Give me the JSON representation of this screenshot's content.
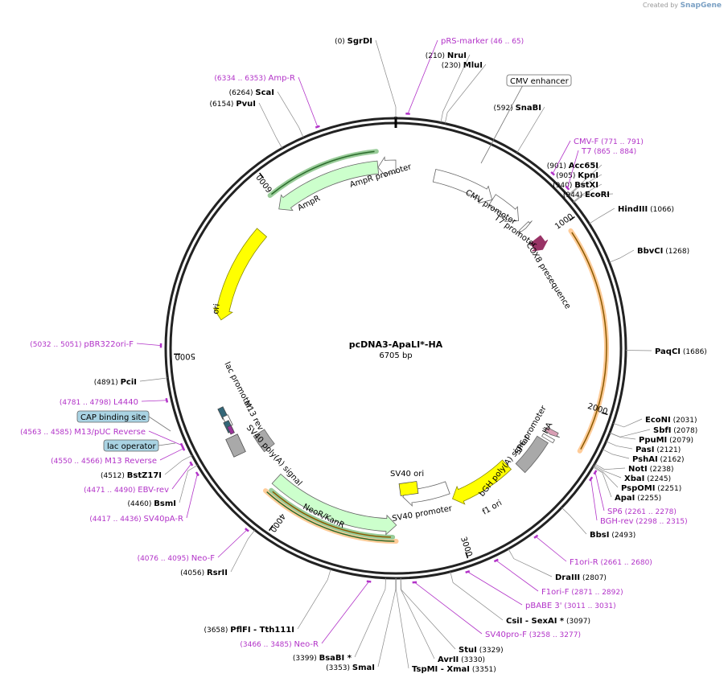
{
  "credit": {
    "prefix": "Created by",
    "brand": "SnapGene"
  },
  "plasmid": {
    "name": "pcDNA3-ApaLI*-HA",
    "size_label": "6705 bp",
    "length": 6705
  },
  "ticks": [
    {
      "pos": 1000,
      "label": "1000"
    },
    {
      "pos": 2000,
      "label": "2000"
    },
    {
      "pos": 3000,
      "label": "3000"
    },
    {
      "pos": 4000,
      "label": "4000"
    },
    {
      "pos": 5000,
      "label": "5000"
    },
    {
      "pos": 6000,
      "label": "6000"
    }
  ],
  "features": [
    {
      "name": "CMV enhancer",
      "start": 235,
      "end": 614,
      "color": "#ffffff",
      "stroke": "#666666",
      "arrow": true
    },
    {
      "name": "CMV promoter",
      "start": 615,
      "end": 818,
      "color": "#ffffff",
      "stroke": "#666666",
      "arrow": true
    },
    {
      "name": "T7 promoter",
      "start": 863,
      "end": 881,
      "color": "#ffffff",
      "stroke": "#666666",
      "arrow": true
    },
    {
      "name": "COX8 presequence",
      "start": 970,
      "end": 1045,
      "color": "#993366",
      "stroke": "#993366",
      "arrow": true
    },
    {
      "name": "HA",
      "start": 2190,
      "end": 2220,
      "color": "#d99fb5",
      "stroke": "#666666",
      "arrow": true
    },
    {
      "name": "SP6 promoter",
      "start": 2235,
      "end": 2255,
      "color": "#ffffff",
      "stroke": "#666666",
      "arrow": false
    },
    {
      "name": "bGH poly(A) signal",
      "start": 2270,
      "end": 2494,
      "color": "#a9a9a9",
      "stroke": "#666666",
      "arrow": false
    },
    {
      "name": "f1 ori",
      "start": 2540,
      "end": 2968,
      "color": "#ffff00",
      "stroke": "#888800",
      "arrow": true
    },
    {
      "name": "SV40 promoter",
      "start": 2973,
      "end": 3302,
      "color": "#ffffff",
      "stroke": "#666666",
      "arrow": true
    },
    {
      "name": "NeoR/KanR",
      "start": 3349,
      "end": 4143,
      "color": "#ccffcc",
      "stroke": "#666666",
      "arrow": true,
      "reverse": true
    },
    {
      "name": "SV40 poly(A) signal",
      "start": 4317,
      "end": 4438,
      "color": "#a9a9a9",
      "stroke": "#666666",
      "arrow": false
    },
    {
      "name": "ori",
      "start": 5200,
      "end": 5789,
      "color": "#ffff00",
      "stroke": "#888800",
      "arrow": true,
      "reverse": true
    },
    {
      "name": "AmpR",
      "start": 5960,
      "end": 6600,
      "color": "#ccffcc",
      "stroke": "#666666",
      "arrow": true,
      "reverse": true
    },
    {
      "name": "AmpR promoter",
      "start": 6601,
      "end": 6705,
      "color": "#ffffff",
      "stroke": "#666666",
      "arrow": true,
      "reverse": true
    }
  ],
  "orfs": [
    {
      "start": 1045,
      "end": 2220,
      "color": "#ffcc99"
    },
    {
      "start": 3350,
      "end": 4143,
      "color": "#ffcc99"
    },
    {
      "start": 3370,
      "end": 4120,
      "color": "#99cc99"
    },
    {
      "start": 5970,
      "end": 6600,
      "color": "#99cc99"
    }
  ],
  "sites": [
    {
      "name": "SgrDI",
      "pos": "(0)",
      "bp": 0
    },
    {
      "name": "NruI",
      "pos": "(210)",
      "bp": 210
    },
    {
      "name": "MluI",
      "pos": "(230)",
      "bp": 230
    },
    {
      "name": "SnaBI",
      "pos": "(592)",
      "bp": 592
    },
    {
      "name": "Acc65I",
      "pos": "(901)",
      "bp": 901
    },
    {
      "name": "KpnI",
      "pos": "(905)",
      "bp": 905
    },
    {
      "name": "BstXI",
      "pos": "(940)",
      "bp": 940
    },
    {
      "name": "EcoRI",
      "pos": "(944)",
      "bp": 944
    },
    {
      "name": "HindIII",
      "pos": "(1066)",
      "bp": 1066
    },
    {
      "name": "BbvCI",
      "pos": "(1268)",
      "bp": 1268
    },
    {
      "name": "PaqCI",
      "pos": "(1686)",
      "bp": 1686
    },
    {
      "name": "EcoNI",
      "pos": "(2031)",
      "bp": 2031
    },
    {
      "name": "SbfI",
      "pos": "(2078)",
      "bp": 2078
    },
    {
      "name": "PpuMI",
      "pos": "(2079)",
      "bp": 2079
    },
    {
      "name": "PasI",
      "pos": "(2121)",
      "bp": 2121
    },
    {
      "name": "PshAI",
      "pos": "(2162)",
      "bp": 2162
    },
    {
      "name": "NotI",
      "pos": "(2238)",
      "bp": 2238
    },
    {
      "name": "XbaI",
      "pos": "(2245)",
      "bp": 2245
    },
    {
      "name": "PspOMI",
      "pos": "(2251)",
      "bp": 2251
    },
    {
      "name": "ApaI",
      "pos": "(2255)",
      "bp": 2255
    },
    {
      "name": "BbsI",
      "pos": "(2493)",
      "bp": 2493
    },
    {
      "name": "DraIII",
      "pos": "(2807)",
      "bp": 2807
    },
    {
      "name": "CsiI - SexAI *",
      "pos": "(3097)",
      "bp": 3097
    },
    {
      "name": "StuI",
      "pos": "(3329)",
      "bp": 3329
    },
    {
      "name": "AvrII",
      "pos": "(3330)",
      "bp": 3330
    },
    {
      "name": "TspMI - XmaI",
      "pos": "(3351)",
      "bp": 3351
    },
    {
      "name": "SmaI",
      "pos": "(3353)",
      "bp": 3353
    },
    {
      "name": "BsaBI *",
      "pos": "(3399)",
      "bp": 3399
    },
    {
      "name": "PflFI - Tth111I",
      "pos": "(3658)",
      "bp": 3658
    },
    {
      "name": "RsrII",
      "pos": "(4056)",
      "bp": 4056
    },
    {
      "name": "BsmI",
      "pos": "(4460)",
      "bp": 4460
    },
    {
      "name": "BstZ17I",
      "pos": "(4512)",
      "bp": 4512
    },
    {
      "name": "PciI",
      "pos": "(4891)",
      "bp": 4891
    },
    {
      "name": "PvuI",
      "pos": "(6154)",
      "bp": 6154
    },
    {
      "name": "ScaI",
      "pos": "(6264)",
      "bp": 6264
    }
  ],
  "primers": [
    {
      "name": "pRS-marker",
      "pos": "(46 .. 65)",
      "bp": 55
    },
    {
      "name": "CMV-F",
      "pos": "(771 .. 791)",
      "bp": 781
    },
    {
      "name": "T7",
      "pos": "(865 .. 884)",
      "bp": 875
    },
    {
      "name": "SP6",
      "pos": "(2261 .. 2278)",
      "bp": 2270
    },
    {
      "name": "BGH-rev",
      "pos": "(2298 .. 2315)",
      "bp": 2306
    },
    {
      "name": "F1ori-R",
      "pos": "(2661 .. 2680)",
      "bp": 2670
    },
    {
      "name": "F1ori-F",
      "pos": "(2871 .. 2892)",
      "bp": 2881
    },
    {
      "name": "pBABE 3'",
      "pos": "(3011 .. 3031)",
      "bp": 3021
    },
    {
      "name": "SV40pro-F",
      "pos": "(3258 .. 3277)",
      "bp": 3267
    },
    {
      "name": "Neo-R",
      "pos": "(3466 .. 3485)",
      "bp": 3475
    },
    {
      "name": "Neo-F",
      "pos": "(4076 .. 4095)",
      "bp": 4085
    },
    {
      "name": "SV40pA-R",
      "pos": "(4417 .. 4436)",
      "bp": 4426
    },
    {
      "name": "EBV-rev",
      "pos": "(4471 .. 4490)",
      "bp": 4480
    },
    {
      "name": "M13 Reverse",
      "pos": "(4550 .. 4566)",
      "bp": 4558
    },
    {
      "name": "M13/pUC Reverse",
      "pos": "(4563 .. 4585)",
      "bp": 4574
    },
    {
      "name": "L4440",
      "pos": "(4781 .. 4798)",
      "bp": 4790
    },
    {
      "name": "pBR322ori-F",
      "pos": "(5032 .. 5051)",
      "bp": 5041
    },
    {
      "name": "Amp-R",
      "pos": "(6334 .. 6353)",
      "bp": 6343
    }
  ],
  "boxed_labels": [
    {
      "name": "CMV enhancer",
      "fill": "#ffffff"
    },
    {
      "name": "CAP binding site",
      "fill": "#a9d3e3"
    },
    {
      "name": "lac operator",
      "fill": "#a9d3e3"
    }
  ],
  "inner_labels": [
    {
      "name": "AmpR promoter"
    },
    {
      "name": "AmpR"
    },
    {
      "name": "CMV promoter"
    },
    {
      "name": "T7 promoter"
    },
    {
      "name": "COX8 presequence"
    },
    {
      "name": "ori"
    },
    {
      "name": "lac promoter"
    },
    {
      "name": "M13 rev"
    },
    {
      "name": "SV40 poly(A) signal"
    },
    {
      "name": "NeoR/KanR"
    },
    {
      "name": "SV40 ori"
    },
    {
      "name": "SV40 promoter"
    },
    {
      "name": "f1 ori"
    },
    {
      "name": "bGH poly(A) signal"
    },
    {
      "name": "SP6 promoter"
    },
    {
      "name": "HA"
    }
  ]
}
